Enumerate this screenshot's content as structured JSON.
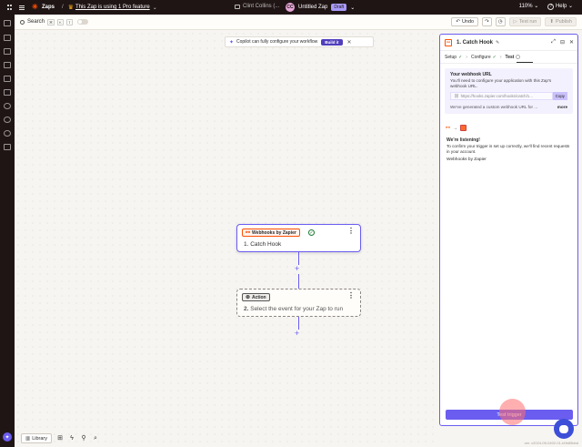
{
  "topbar": {
    "app_name": "Zaps",
    "pro_notice": "This Zap is using 1 Pro feature",
    "folder": "Clint Collins (...",
    "avatar_initials": "CC",
    "zap_title": "Untitled Zap",
    "status_badge": "Draft",
    "zoom": "110%",
    "help": "Help"
  },
  "toolbar": {
    "search_label": "Search",
    "kbd_keys": [
      "⌘",
      "K",
      "⇧"
    ],
    "undo_label": "Undo",
    "test_run_label": "Test run",
    "publish_label": "Publish"
  },
  "copilot": {
    "message": "Copilot can fully configure your workflow",
    "build_label": "Build it"
  },
  "trigger_node": {
    "app": "Webhooks by Zapier",
    "step_number": "1.",
    "step_title": "Catch Hook"
  },
  "action_node": {
    "app": "Action",
    "step_number": "2.",
    "step_title": "Select the event for your Zap to run"
  },
  "bottom_tools": {
    "library_label": "Library"
  },
  "panel": {
    "title": "1. Catch Hook",
    "steps": [
      {
        "label": "Setup"
      },
      {
        "label": "Configure"
      },
      {
        "label": "Test"
      }
    ],
    "webhook": {
      "heading": "Your webhook URL",
      "description": "You'll need to configure your application with this Zap's webhook URL.",
      "url": "https://hooks.zapier.com/hooks/catch/1...",
      "copy_label": "Copy",
      "generated_note": "We've generated a custom webhook URL for ...",
      "more_label": "more"
    },
    "listening": {
      "heading": "We're listening!",
      "text": "To confirm your trigger is set up correctly, we'll find recent requests in your account.",
      "app": "Webhooks by Zapier"
    },
    "test_trigger_label": "Test trigger"
  },
  "version_text": "ver. v2024-05-0402-01-b0b85bbd",
  "colors": {
    "accent": "#6a5df0",
    "brand": "#ff4f00",
    "topbar": "#201515"
  }
}
